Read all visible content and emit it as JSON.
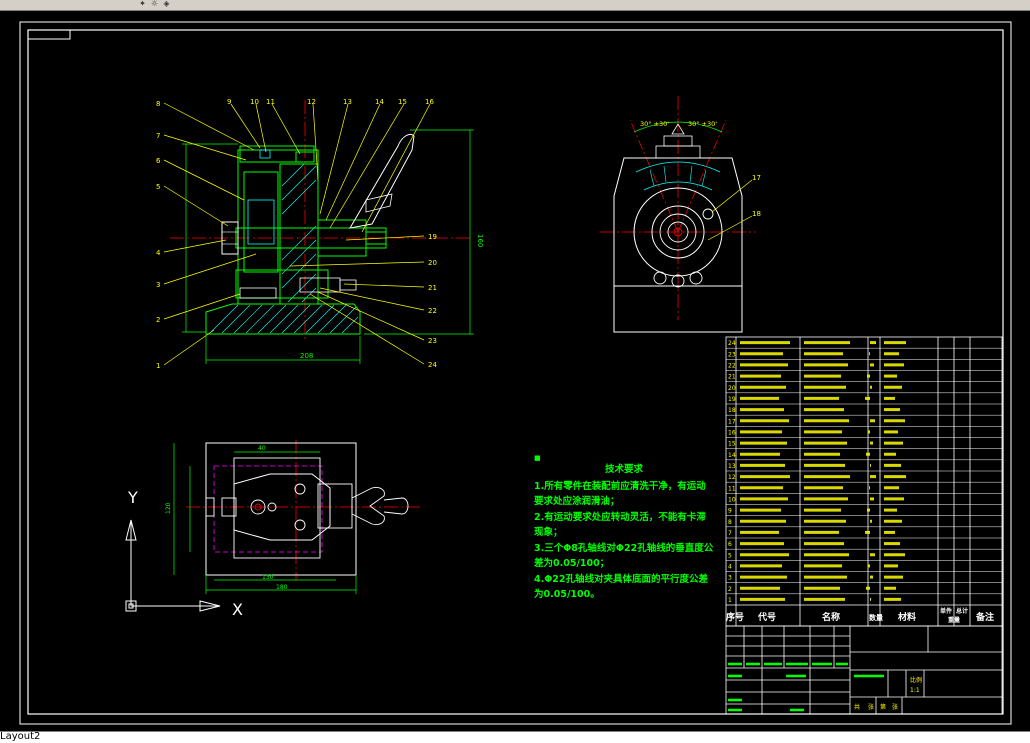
{
  "statusbar": {
    "layout_tab": "Layout2"
  },
  "colors": {
    "background": "#000000",
    "frame": "#ffffff",
    "leader": "#ffff00",
    "geometry": "#00ff00",
    "centerline": "#ff0000",
    "hidden": "#ff00ff",
    "hatch": "#00ffff",
    "annotation_text": "#00ff00"
  },
  "drawing": {
    "balloons_left": [
      "8",
      "7",
      "6",
      "5",
      "4",
      "3",
      "2",
      "1"
    ],
    "balloons_top": [
      "9",
      "10",
      "11",
      "12",
      "13",
      "14",
      "15",
      "16"
    ],
    "balloons_right": [
      "19",
      "20",
      "21",
      "22",
      "23",
      "24"
    ],
    "balloons_side_view": [
      "17",
      "18"
    ],
    "dimension_width_front": "208",
    "dimension_height_front": "160",
    "dimension_width_plan_inner": "130",
    "dimension_width_plan_outer": "180",
    "dimension_top_plan": "40",
    "dimension_left_plan": "120",
    "angle_left": "30° ±30'",
    "angle_right": "30° ±30'",
    "axis_y": "Y",
    "axis_x": "X"
  },
  "notes": {
    "marker": "■",
    "title": "技术要求",
    "lines": [
      "1.所有零件在装配前应清洗干净，有运动要求处应涂润滑油；",
      "2.有运动要求处应转动灵活，不能有卡滞现象；",
      "3.三个Φ8孔轴线对Φ22孔轴线的垂直度公差为0.05/100；",
      "4.Φ22孔轴线对夹具体底面的平行度公差为0.05/100。"
    ]
  },
  "bom": {
    "rows": [
      "24",
      "23",
      "22",
      "21",
      "20",
      "19",
      "18",
      "17",
      "16",
      "15",
      "14",
      "13",
      "12",
      "11",
      "10",
      "9",
      "8",
      "7",
      "6",
      "5",
      "4",
      "3",
      "2",
      "1"
    ],
    "header": {
      "seq": "序号",
      "code": "代号",
      "name": "名称",
      "qty": "数量",
      "material": "材料",
      "unit_weight": "单件",
      "total_weight": "总计",
      "weight": "重量",
      "remark": "备注"
    }
  },
  "title_block": {
    "scale_label": "比例",
    "scale_value": "1:1",
    "sheet_total": "共",
    "sheet_unit": "张",
    "sheet_no": "第",
    "sheet_unit2": "张"
  }
}
